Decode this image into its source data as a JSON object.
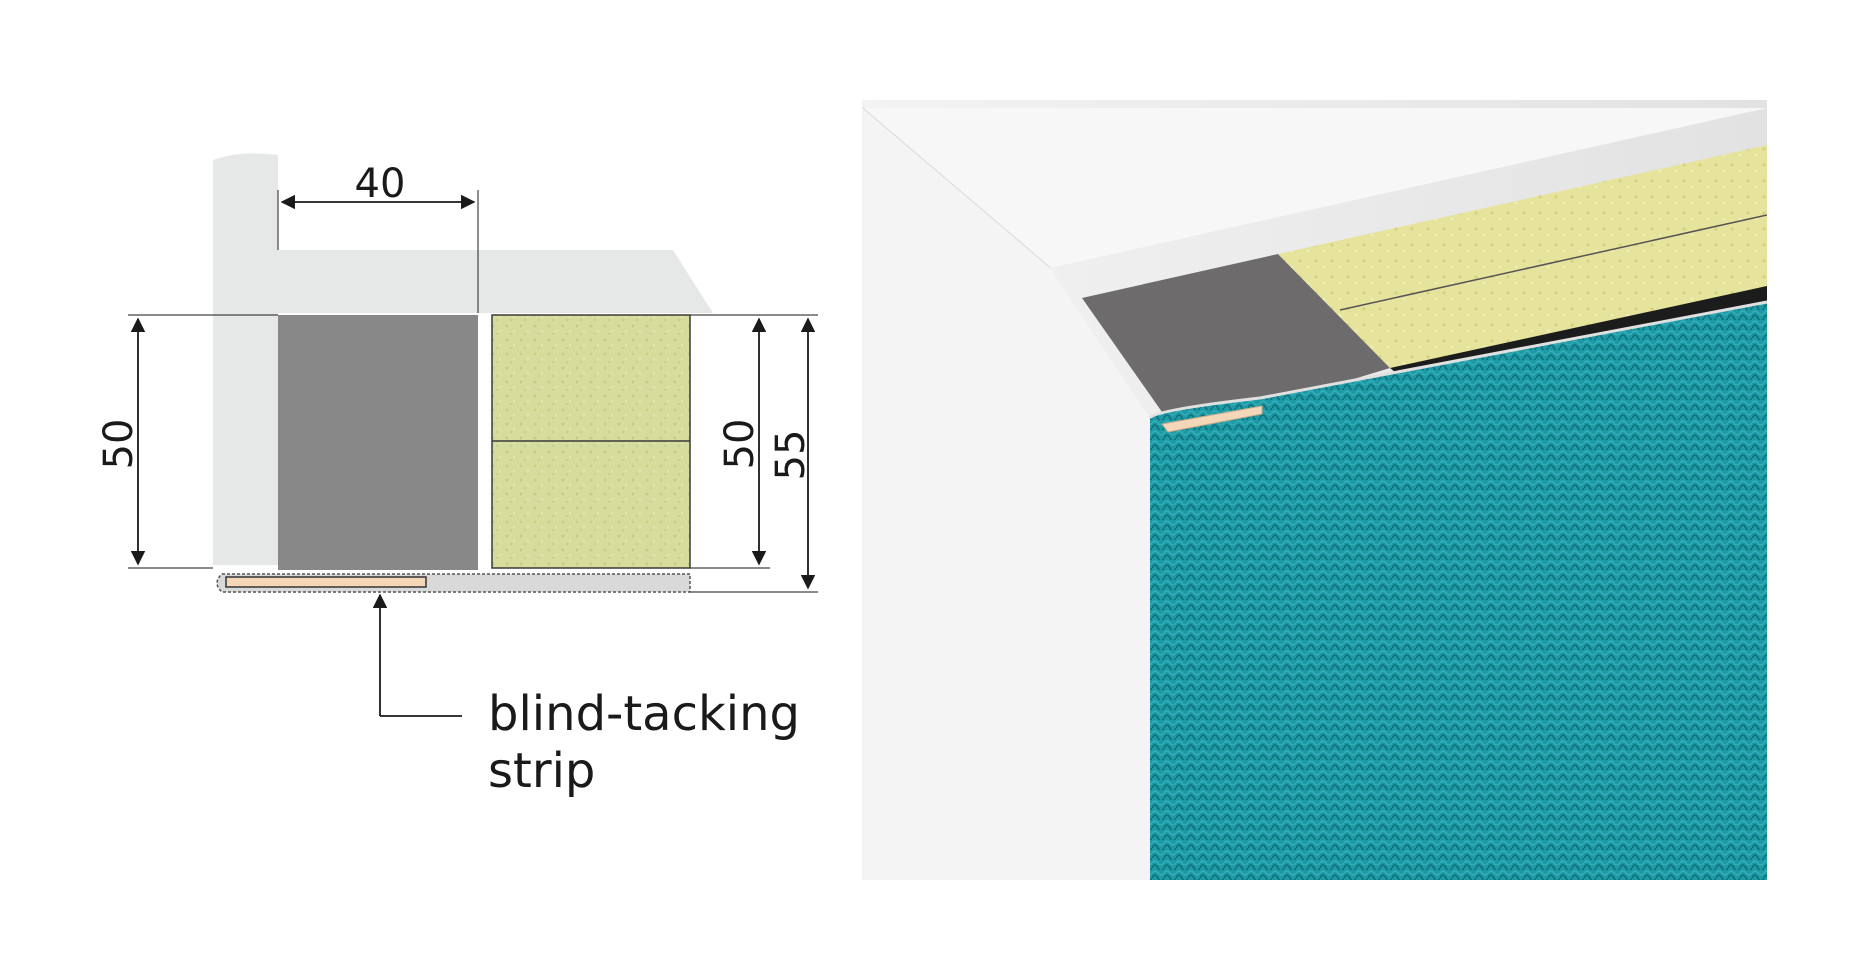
{
  "section": {
    "dimensions": {
      "width_top": "40",
      "height_left": "50",
      "height_right_inner": "50",
      "height_right_outer": "55"
    },
    "callout": {
      "line1": "blind-tacking",
      "line2": "strip"
    }
  },
  "colors": {
    "wall": "#e6e7e7",
    "grey_block": "#888889",
    "mineral_wool": "#d6dc9c",
    "strip": "#f3d7b8",
    "dark_layer": "#6d6b6c",
    "fabric": "#1d9aa6",
    "fabric_dark": "#0f6f78",
    "line": "#3a3a3a"
  }
}
